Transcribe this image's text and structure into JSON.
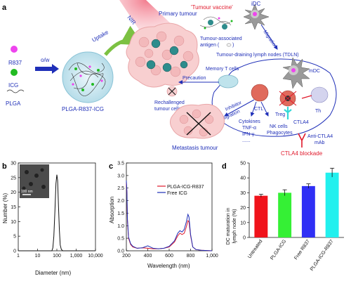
{
  "panel_a": {
    "label": "a",
    "materials": [
      "R837",
      "ICG",
      "PLGA"
    ],
    "emulsion": "o/w",
    "nanoparticle": "PLGA-R837-ICG",
    "uptake": "Uptake",
    "nir": "NIR",
    "primary_tumour": "Primary  tumour",
    "tumour_vaccine": "'Tumour vaccine'",
    "antigen_line1": "Tumour-associated",
    "antigen_line2": "antigen (",
    "antigen_line3": ")",
    "idc": "iDC",
    "migration": "Migration",
    "tdln": "Tumour-draining lymph nodes (TDLN)",
    "mdc": "mDC",
    "memory_t": "Memory T cells",
    "precaution": "Precaution",
    "rechallenged_1": "Rechallenged",
    "rechallenged_2": "tumour cells",
    "ctl": "CTL",
    "treg": "Treg",
    "th": "Th",
    "ctla4": "CTLA4",
    "anti_ctla4_1": "Anti-CTLA4",
    "anti_ctla4_2": "mAb",
    "ctla4_blockade": "CTLA4 blockade",
    "inhibitor": "Inhibitor",
    "migration2": "Migration",
    "cytokines": [
      "Cytokines",
      "TNF-α",
      "IFN-γ",
      "......"
    ],
    "nk_cells": "NK cells",
    "phagocytes": "Phagocytes",
    "metastasis": "Metastasis tumour"
  },
  "panel_b": {
    "label": "b",
    "xlabel": "Diameter (nm)",
    "ylabel": "Number (%)",
    "scalebar": "100 nm"
  },
  "panel_c": {
    "label": "c",
    "xlabel": "Wavelength (nm)",
    "ylabel": "Absorption"
  },
  "panel_d": {
    "label": "d",
    "ylabel_1": "DC maturation in",
    "ylabel_2": "lymph node (%)"
  },
  "colors": {
    "text_blue": "#1f2fb8",
    "text_red": "#e0192b",
    "green_arrow": "#7cc142",
    "bar_untreated": "#f0131b",
    "bar_plga_icg": "#35f035",
    "bar_free_r837": "#2f2ff5",
    "bar_plga_icg_r837": "#22f0ee",
    "line_plga_icg_r837": "#e0192b",
    "line_free_icg": "#1f2fb8"
  },
  "chart_data": [
    {
      "type": "line",
      "panel": "b",
      "xscale": "log",
      "xlim": [
        1,
        10000
      ],
      "ylim": [
        0,
        30
      ],
      "xticks": [
        "1",
        "10",
        "100",
        "1,000",
        "10,000"
      ],
      "yticks": [
        "0",
        "5",
        "10",
        "15",
        "20",
        "25",
        "30"
      ],
      "x": [
        1,
        10,
        55,
        62,
        70,
        80,
        90,
        100,
        110,
        120,
        135,
        150,
        170,
        200,
        10000
      ],
      "y": [
        0,
        0,
        0,
        1,
        5,
        14,
        23,
        26,
        24,
        16,
        7,
        2,
        0.5,
        0,
        0
      ]
    },
    {
      "type": "line",
      "panel": "c",
      "xlim": [
        200,
        1000
      ],
      "ylim": [
        0,
        3.5
      ],
      "xticks": [
        "200",
        "400",
        "600",
        "800",
        "1,000"
      ],
      "yticks": [
        "0.0",
        "0.5",
        "1.0",
        "1.5",
        "2.0",
        "2.5",
        "3.0",
        "3.5"
      ],
      "series": [
        {
          "name": "PLGA-ICG-R837",
          "x": [
            200,
            205,
            210,
            220,
            240,
            260,
            300,
            350,
            400,
            450,
            500,
            550,
            600,
            650,
            680,
            700,
            720,
            740,
            760,
            775,
            785,
            800,
            820,
            850,
            900,
            1000
          ],
          "y": [
            2.7,
            2.3,
            1.2,
            0.5,
            0.25,
            0.15,
            0.1,
            0.12,
            0.1,
            0.08,
            0.08,
            0.1,
            0.15,
            0.35,
            0.6,
            0.7,
            0.65,
            0.7,
            0.95,
            1.2,
            1.15,
            0.6,
            0.15,
            0.05,
            0.02,
            0.0
          ]
        },
        {
          "name": "Free ICG",
          "x": [
            200,
            205,
            210,
            220,
            240,
            260,
            300,
            350,
            400,
            450,
            500,
            550,
            600,
            650,
            680,
            700,
            720,
            740,
            760,
            775,
            785,
            800,
            820,
            850,
            900,
            1000
          ],
          "y": [
            2.8,
            2.4,
            1.3,
            0.55,
            0.28,
            0.18,
            0.1,
            0.12,
            0.2,
            0.1,
            0.08,
            0.1,
            0.18,
            0.4,
            0.7,
            0.8,
            0.75,
            0.85,
            1.15,
            1.45,
            1.35,
            0.65,
            0.15,
            0.05,
            0.02,
            0.0
          ]
        }
      ]
    },
    {
      "type": "bar",
      "panel": "d",
      "ylim": [
        0,
        50
      ],
      "yticks": [
        "0",
        "10",
        "20",
        "30",
        "40",
        "50"
      ],
      "categories": [
        "Untreated",
        "PLGA-ICG",
        "Free R837",
        "PLGA-ICG-R837"
      ],
      "values": [
        28,
        30,
        34.5,
        43.5
      ],
      "errors": [
        1,
        2,
        1.5,
        3
      ]
    }
  ]
}
